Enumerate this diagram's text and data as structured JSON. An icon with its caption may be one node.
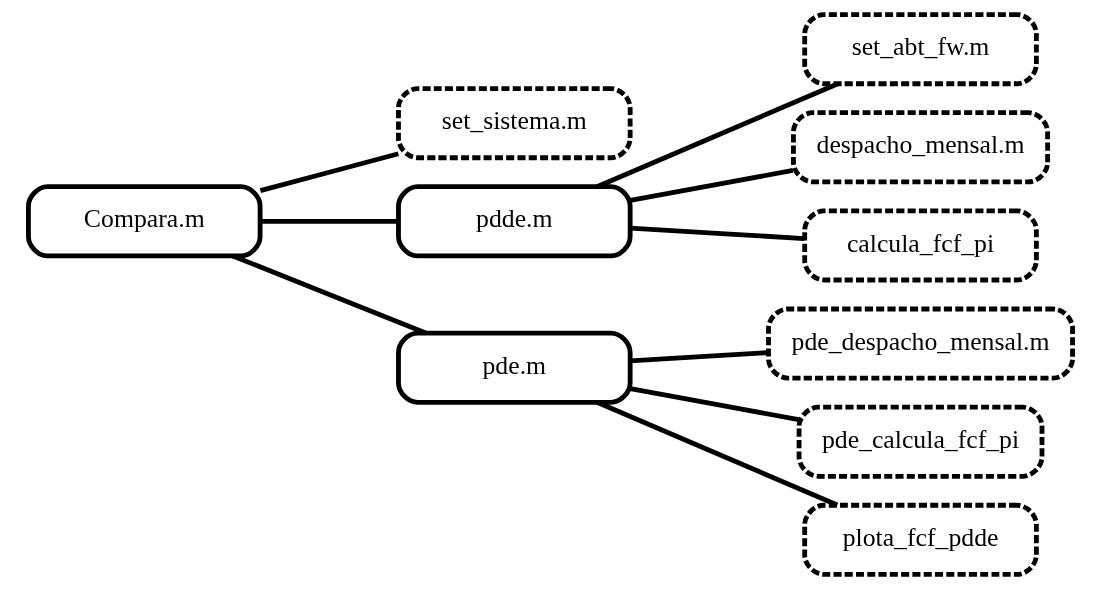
{
  "diagram": {
    "nodes": [
      {
        "text": [
          "Compara.m"
        ]
      },
      {
        "text": [
          "set_sistema.m"
        ]
      },
      {
        "text": [
          "pdde.m"
        ]
      },
      {
        "text": [
          "pde.m"
        ]
      },
      {
        "text": [
          "set_abt_fw.m"
        ]
      },
      {
        "text": [
          "despacho_mensal.m"
        ]
      },
      {
        "text": [
          "calcula_fcf_pi"
        ]
      },
      {
        "text": [
          "pde_despacho_mensal.m"
        ]
      },
      {
        "text": [
          "pde_calcula_fcf_pi"
        ]
      },
      {
        "text": [
          "plota_fcf_pdde"
        ]
      }
    ],
    "edges": [
      {
        "from": 0,
        "to": 1,
        "arrow": "none"
      },
      {
        "from": 0,
        "to": 2,
        "arrow": "none"
      },
      {
        "from": 0,
        "to": 3,
        "arrow": "none"
      },
      {
        "from": 2,
        "to": 4,
        "arrow": "none"
      },
      {
        "from": 2,
        "to": 5,
        "arrow": "none"
      },
      {
        "from": 2,
        "to": 6,
        "arrow": "none"
      },
      {
        "from": 3,
        "to": 7,
        "arrow": "none"
      },
      {
        "from": 3,
        "to": 8,
        "arrow": "none"
      },
      {
        "from": 3,
        "to": 9,
        "arrow": "none"
      }
    ]
  }
}
